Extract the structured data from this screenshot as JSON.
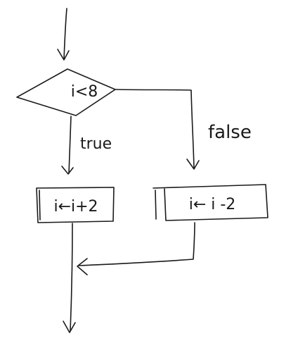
{
  "diagram": {
    "decision": {
      "text": "i<8"
    },
    "edges": {
      "true_label": "true",
      "false_label": "false"
    },
    "boxes": {
      "true_branch": {
        "text": "i←i+2"
      },
      "false_branch": {
        "text": "i← i -2"
      }
    }
  }
}
